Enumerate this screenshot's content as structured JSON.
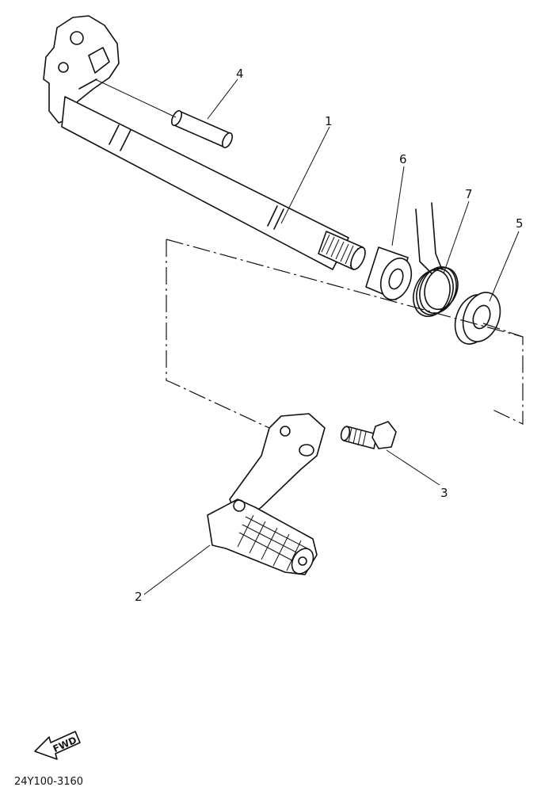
{
  "callouts": {
    "p1": "1",
    "p2": "2",
    "p3": "3",
    "p4": "4",
    "p5": "5",
    "p6": "6",
    "p7": "7"
  },
  "fwd_label": "FWD",
  "drawing_code": "24Y100-3160",
  "icons": [
    "fwd-arrow-icon"
  ]
}
